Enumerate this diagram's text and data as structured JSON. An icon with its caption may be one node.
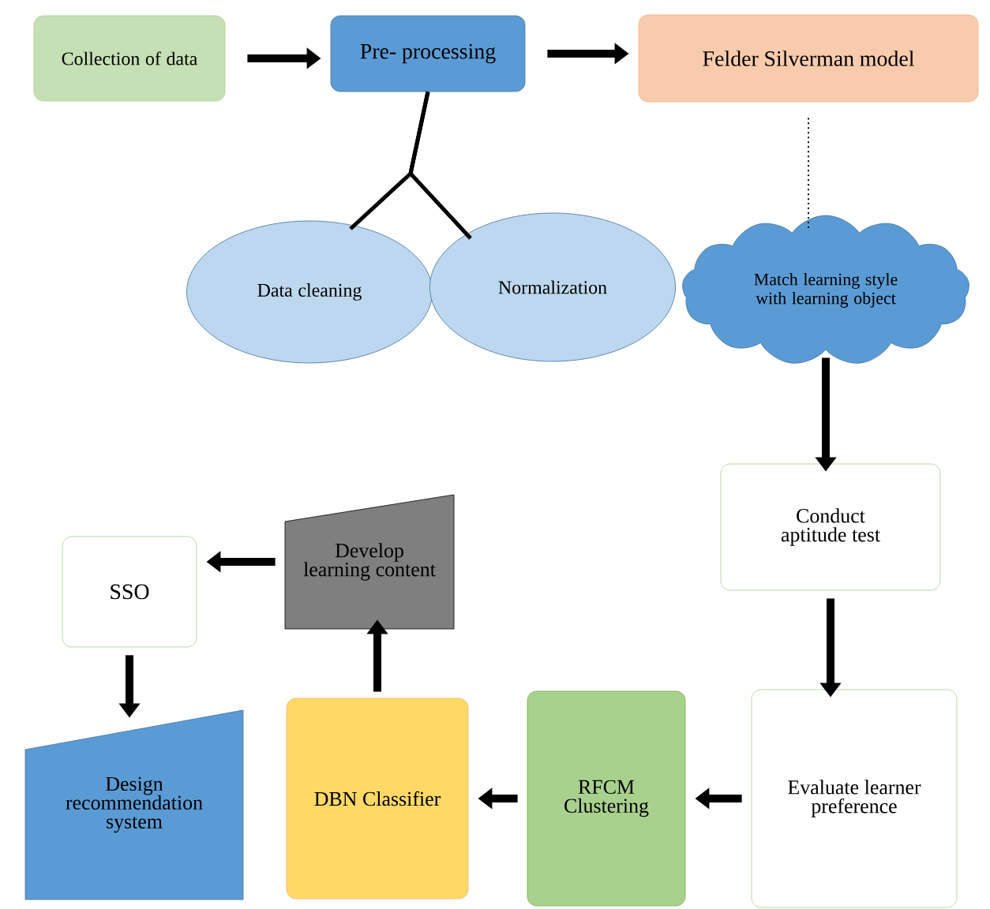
{
  "diagram": {
    "nodes": [
      {
        "text": [
          "Collection of data"
        ]
      },
      {
        "text": [
          "Pre- processing"
        ]
      },
      {
        "text": [
          "Felder Silverman model"
        ]
      },
      {
        "text": [
          "Data cleaning"
        ]
      },
      {
        "text": [
          "Normalization"
        ]
      },
      {
        "text": [
          "Match learning style with learning object"
        ]
      },
      {
        "text": [
          "Conduct aptitude test"
        ]
      },
      {
        "text": [
          "Evaluate learner preference"
        ]
      },
      {
        "text": [
          "RFCM Clustering"
        ]
      },
      {
        "text": [
          "DBN Classifier"
        ]
      },
      {
        "text": [
          "Develop learning content"
        ]
      },
      {
        "text": [
          "SSO"
        ]
      },
      {
        "text": [
          "Design recommendation system"
        ]
      }
    ],
    "edges": [
      {
        "from": 0,
        "to": 1,
        "arrow": "to"
      },
      {
        "from": 1,
        "to": 2,
        "arrow": "to"
      },
      {
        "from": 1,
        "to": 3,
        "arrow": "none"
      },
      {
        "from": 1,
        "to": 4,
        "arrow": "none"
      },
      {
        "from": 2,
        "to": 5,
        "arrow": "none",
        "style": "dashed"
      },
      {
        "from": 5,
        "to": 6,
        "arrow": "to"
      },
      {
        "from": 6,
        "to": 7,
        "arrow": "to"
      },
      {
        "from": 7,
        "to": 8,
        "arrow": "to"
      },
      {
        "from": 8,
        "to": 9,
        "arrow": "to"
      },
      {
        "from": 9,
        "to": 10,
        "arrow": "to"
      },
      {
        "from": 10,
        "to": 11,
        "arrow": "to"
      },
      {
        "from": 11,
        "to": 12,
        "arrow": "to"
      }
    ]
  }
}
